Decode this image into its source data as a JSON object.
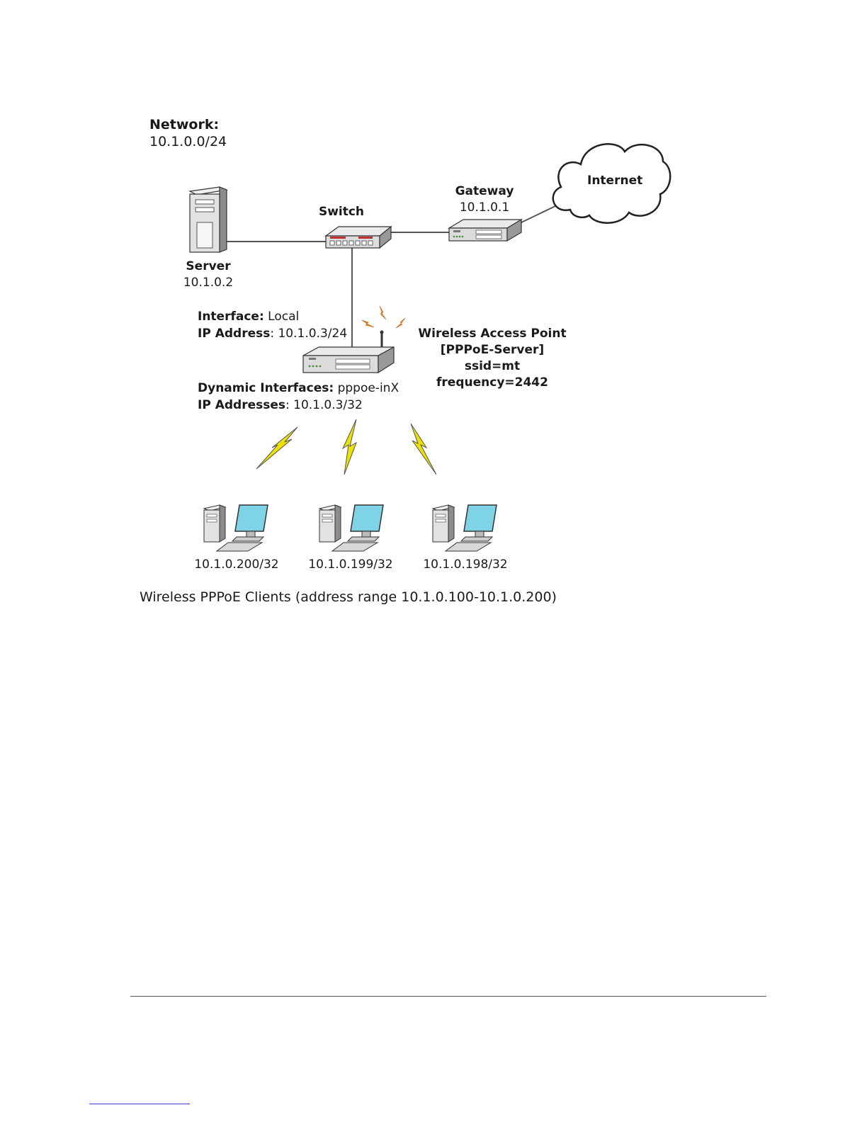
{
  "network": {
    "title": "Network:",
    "value": "10.1.0.0/24"
  },
  "server": {
    "name": "Server",
    "ip": "10.1.0.2"
  },
  "switch": {
    "name": "Switch"
  },
  "gateway": {
    "name": "Gateway",
    "ip": "10.1.0.1"
  },
  "internet": {
    "name": "Internet"
  },
  "local_interface": {
    "interface_key": "Interface:",
    "interface_value": " Local",
    "ip_key": "IP Address",
    "ip_value": ": 10.1.0.3/24"
  },
  "access_point": {
    "line1": "Wireless Access Point",
    "line2": "[PPPoE-Server]",
    "line3": "ssid=mt",
    "line4": "frequency=2442"
  },
  "dynamic_interfaces": {
    "key": "Dynamic Interfaces:",
    "value": " pppoe-inX",
    "ip_key": "IP Addresses",
    "ip_value": ": 10.1.0.3/32"
  },
  "clients": [
    {
      "ip": "10.1.0.200/32"
    },
    {
      "ip": "10.1.0.199/32"
    },
    {
      "ip": "10.1.0.198/32"
    }
  ],
  "clients_caption": "Wireless PPPoE Clients (address range 10.1.0.100-10.1.0.200)",
  "colors": {
    "device_fill": "#e4e4e4",
    "device_side": "#9a9a9a",
    "screen": "#7fd3e6",
    "bolt": "#ece100",
    "spark": "#f08a1e"
  }
}
